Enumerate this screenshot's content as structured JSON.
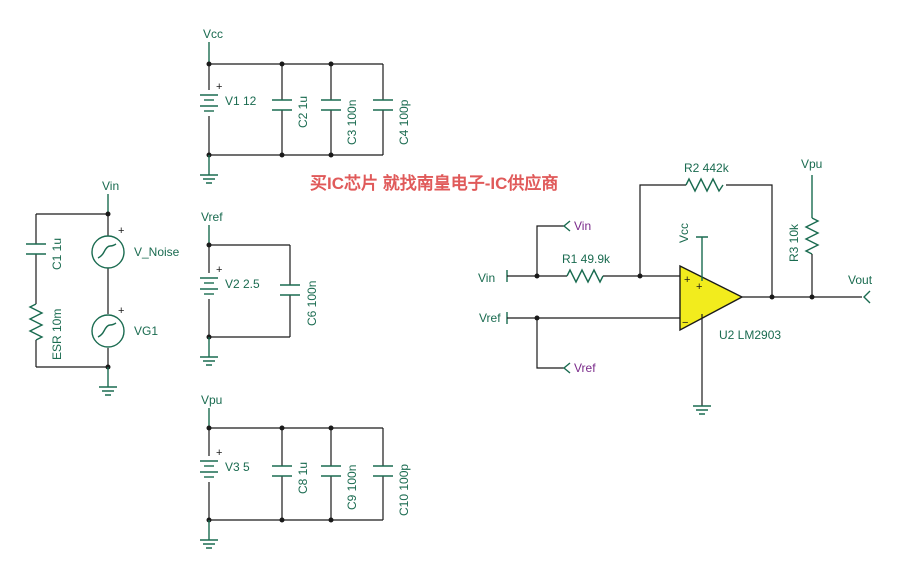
{
  "watermark": "买IC芯片 就找南皇电子-IC供应商",
  "supplies": {
    "vcc": {
      "net": "Vcc",
      "source": "V1 12",
      "caps": [
        "C2 1u",
        "C3 100n",
        "C4 100p"
      ]
    },
    "vref": {
      "net": "Vref",
      "source": "V2 2.5",
      "caps": [
        "C6 100n"
      ]
    },
    "vpu": {
      "net": "Vpu",
      "source": "V3 5",
      "caps": [
        "C8 1u",
        "C9 100n",
        "C10 100p"
      ]
    }
  },
  "input_network": {
    "net": "Vin",
    "cap": "C1 1u",
    "esr": "ESR 10m",
    "noise_source": "V_Noise",
    "signal_source": "VG1"
  },
  "comparator": {
    "part": "U2 LM2903",
    "r1": "R1 49.9k",
    "r2": "R2 442k",
    "r3": "R3 10k",
    "vin_in": "Vin",
    "vin_tag": "Vin",
    "vref_in": "Vref",
    "vref_tag": "Vref",
    "vcc_pin": "Vcc",
    "vpu_net": "Vpu",
    "out_net": "Vout"
  },
  "signs": {
    "plus": "+",
    "minus": "−"
  }
}
